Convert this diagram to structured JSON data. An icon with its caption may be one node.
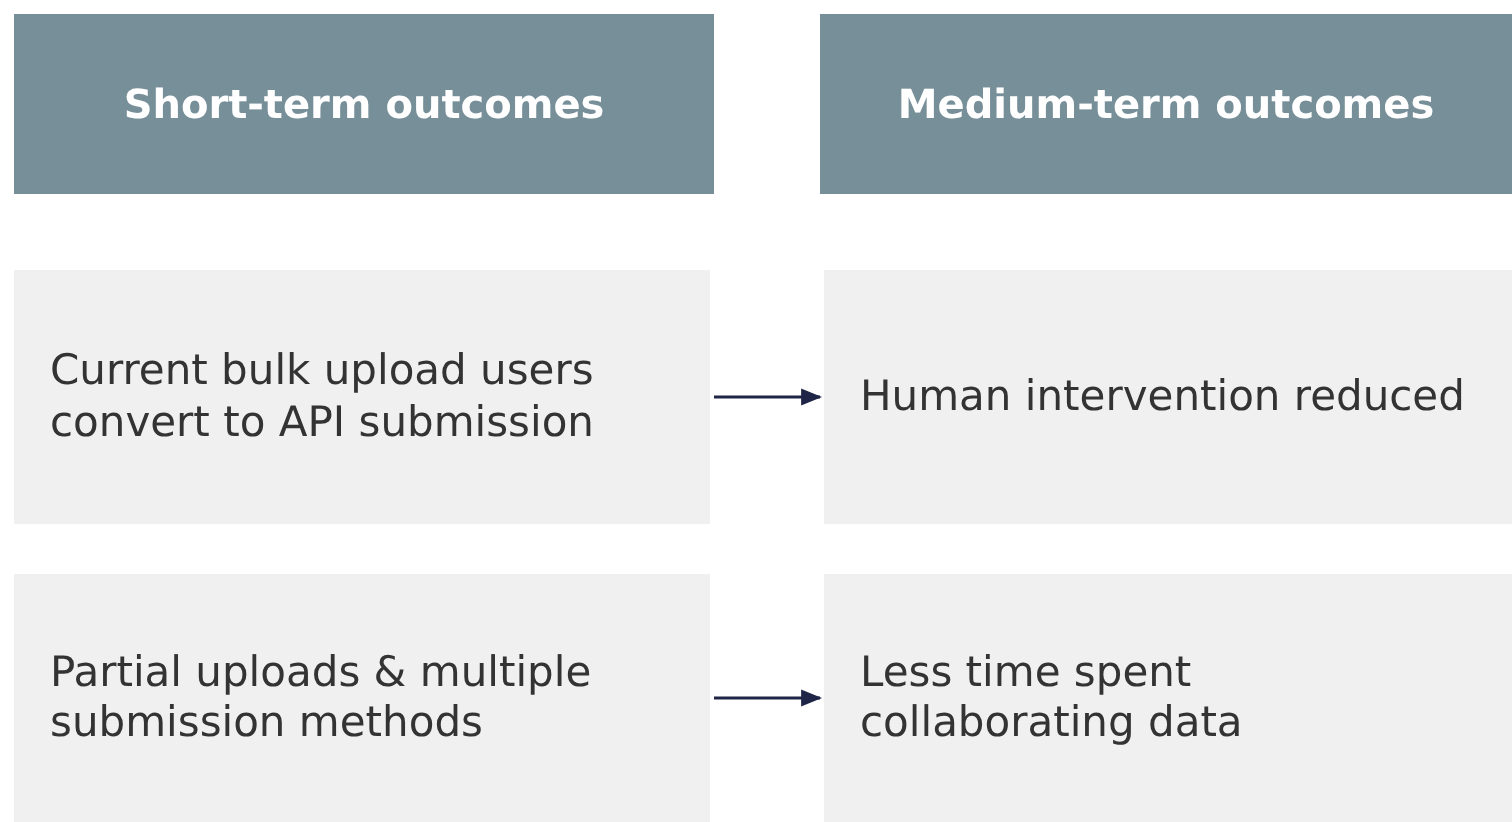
{
  "diagram": {
    "nodes": [
      {
        "text": [
          "Short-term outcomes"
        ]
      },
      {
        "text": [
          "Medium-term outcomes"
        ]
      },
      {
        "text": [
          "Current bulk upload users convert to API submission"
        ]
      },
      {
        "text": [
          "Human intervention reduced"
        ]
      },
      {
        "text": [
          "Partial uploads & multiple submission methods"
        ]
      },
      {
        "text": [
          "Less time spent collaborating data"
        ]
      }
    ],
    "edges": [
      {
        "from": 2,
        "to": 3,
        "arrow": "to"
      },
      {
        "from": 4,
        "to": 5,
        "arrow": "to"
      }
    ]
  }
}
